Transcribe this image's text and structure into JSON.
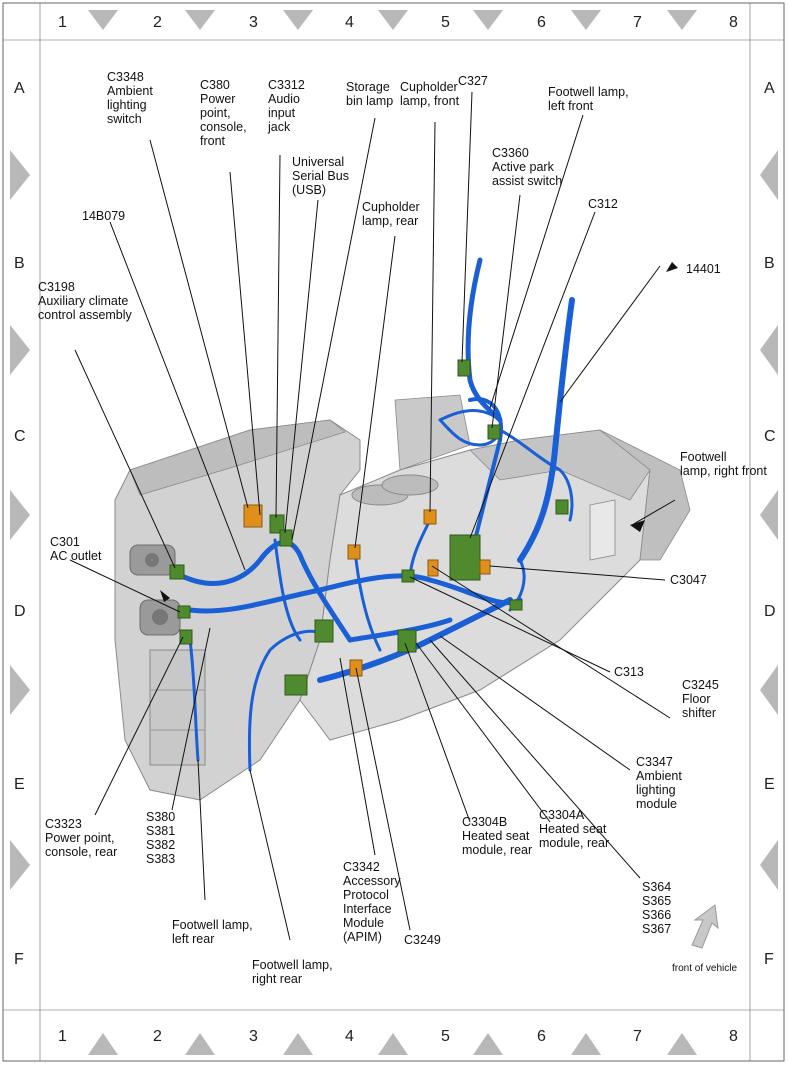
{
  "grid": {
    "columns": [
      "1",
      "2",
      "3",
      "4",
      "5",
      "6",
      "7",
      "8"
    ],
    "rows": [
      "A",
      "B",
      "C",
      "D",
      "E",
      "F"
    ]
  },
  "labels": {
    "c3348": [
      "C3348",
      "Ambient",
      "lighting",
      "switch"
    ],
    "c380": [
      "C380",
      "Power",
      "point,",
      "console,",
      "front"
    ],
    "c3312": [
      "C3312",
      "Audio",
      "input",
      "jack"
    ],
    "usb": [
      "Universal",
      "Serial Bus",
      "(USB)"
    ],
    "storage": [
      "Storage",
      "bin lamp"
    ],
    "cupholder_front": [
      "Cupholder",
      "lamp, front"
    ],
    "c327": [
      "C327"
    ],
    "footwell_lf": [
      "Footwell lamp,",
      "left front"
    ],
    "c3360": [
      "C3360",
      "Active park",
      "assist switch"
    ],
    "cupholder_rear": [
      "Cupholder",
      "lamp, rear"
    ],
    "c312": [
      "C312"
    ],
    "14b079": [
      "14B079"
    ],
    "14401": [
      "14401"
    ],
    "c3198": [
      "C3198",
      "Auxiliary climate",
      "control assembly"
    ],
    "footwell_rf": [
      "Footwell",
      "lamp, right front"
    ],
    "c301": [
      "C301",
      "AC outlet"
    ],
    "c3047": [
      "C3047"
    ],
    "c313": [
      "C313"
    ],
    "c3245": [
      "C3245",
      "Floor",
      "shifter"
    ],
    "c3347": [
      "C3347",
      "Ambient",
      "lighting",
      "module"
    ],
    "c3323": [
      "C3323",
      "Power point,",
      "console, rear"
    ],
    "s380": [
      "S380",
      "S381",
      "S382",
      "S383"
    ],
    "c3304b": [
      "C3304B",
      "Heated seat",
      "module, rear"
    ],
    "c3304a": [
      "C3304A",
      "Heated seat",
      "module, rear"
    ],
    "s364": [
      "S364",
      "S365",
      "S366",
      "S367"
    ],
    "c3342": [
      "C3342",
      "Accessory",
      "Protocol",
      "Interface",
      "Module",
      "(APIM)"
    ],
    "c3249": [
      "C3249"
    ],
    "footwell_lr": [
      "Footwell lamp,",
      "left rear"
    ],
    "footwell_rr": [
      "Footwell lamp,",
      "right rear"
    ],
    "front_of_vehicle": "front of vehicle"
  },
  "colors": {
    "harness": "#1a5fd6",
    "harness_dark": "#0c3f9e",
    "connector_green": "#4f8a2e",
    "connector_orange": "#e0901a",
    "console_gray": "#cfcfcf",
    "frame_triangle": "#b8b8b8"
  }
}
